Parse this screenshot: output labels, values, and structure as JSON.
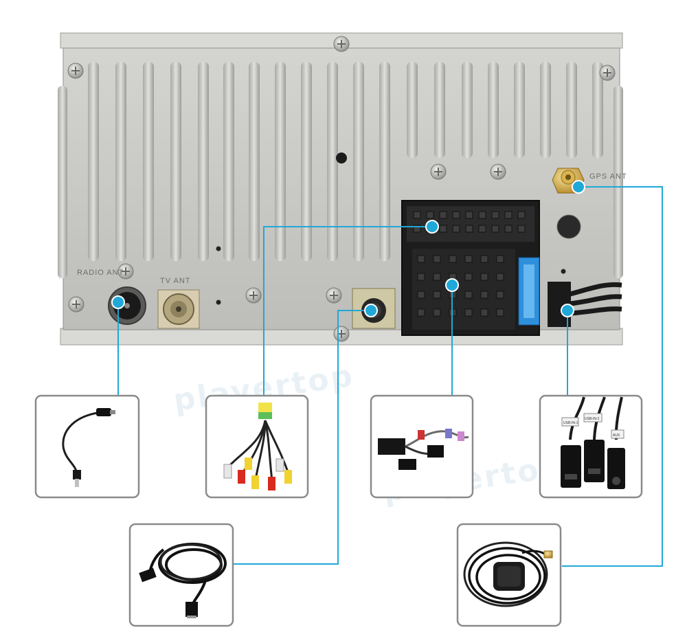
{
  "watermark": "playertop",
  "unit_labels": {
    "radio_ant": "RADIO ANT",
    "tv_ant": "TV ANT",
    "gps_ant": "GPS ANT"
  },
  "accessories": [
    {
      "id": "radio-antenna-adapter"
    },
    {
      "id": "rca-av-harness"
    },
    {
      "id": "canbus-iso-harness"
    },
    {
      "id": "usb-aux-cables"
    },
    {
      "id": "ipod-cable"
    },
    {
      "id": "gps-antenna"
    }
  ],
  "usb_cable_tags": [
    "USB-IN-1",
    "USB-IN-2",
    "AUX"
  ],
  "colors": {
    "accent_line": "#1fa8d8",
    "chassis": "#c9c9c6",
    "box_border": "#8a8a8a",
    "watermark": "#d8e7ef"
  }
}
